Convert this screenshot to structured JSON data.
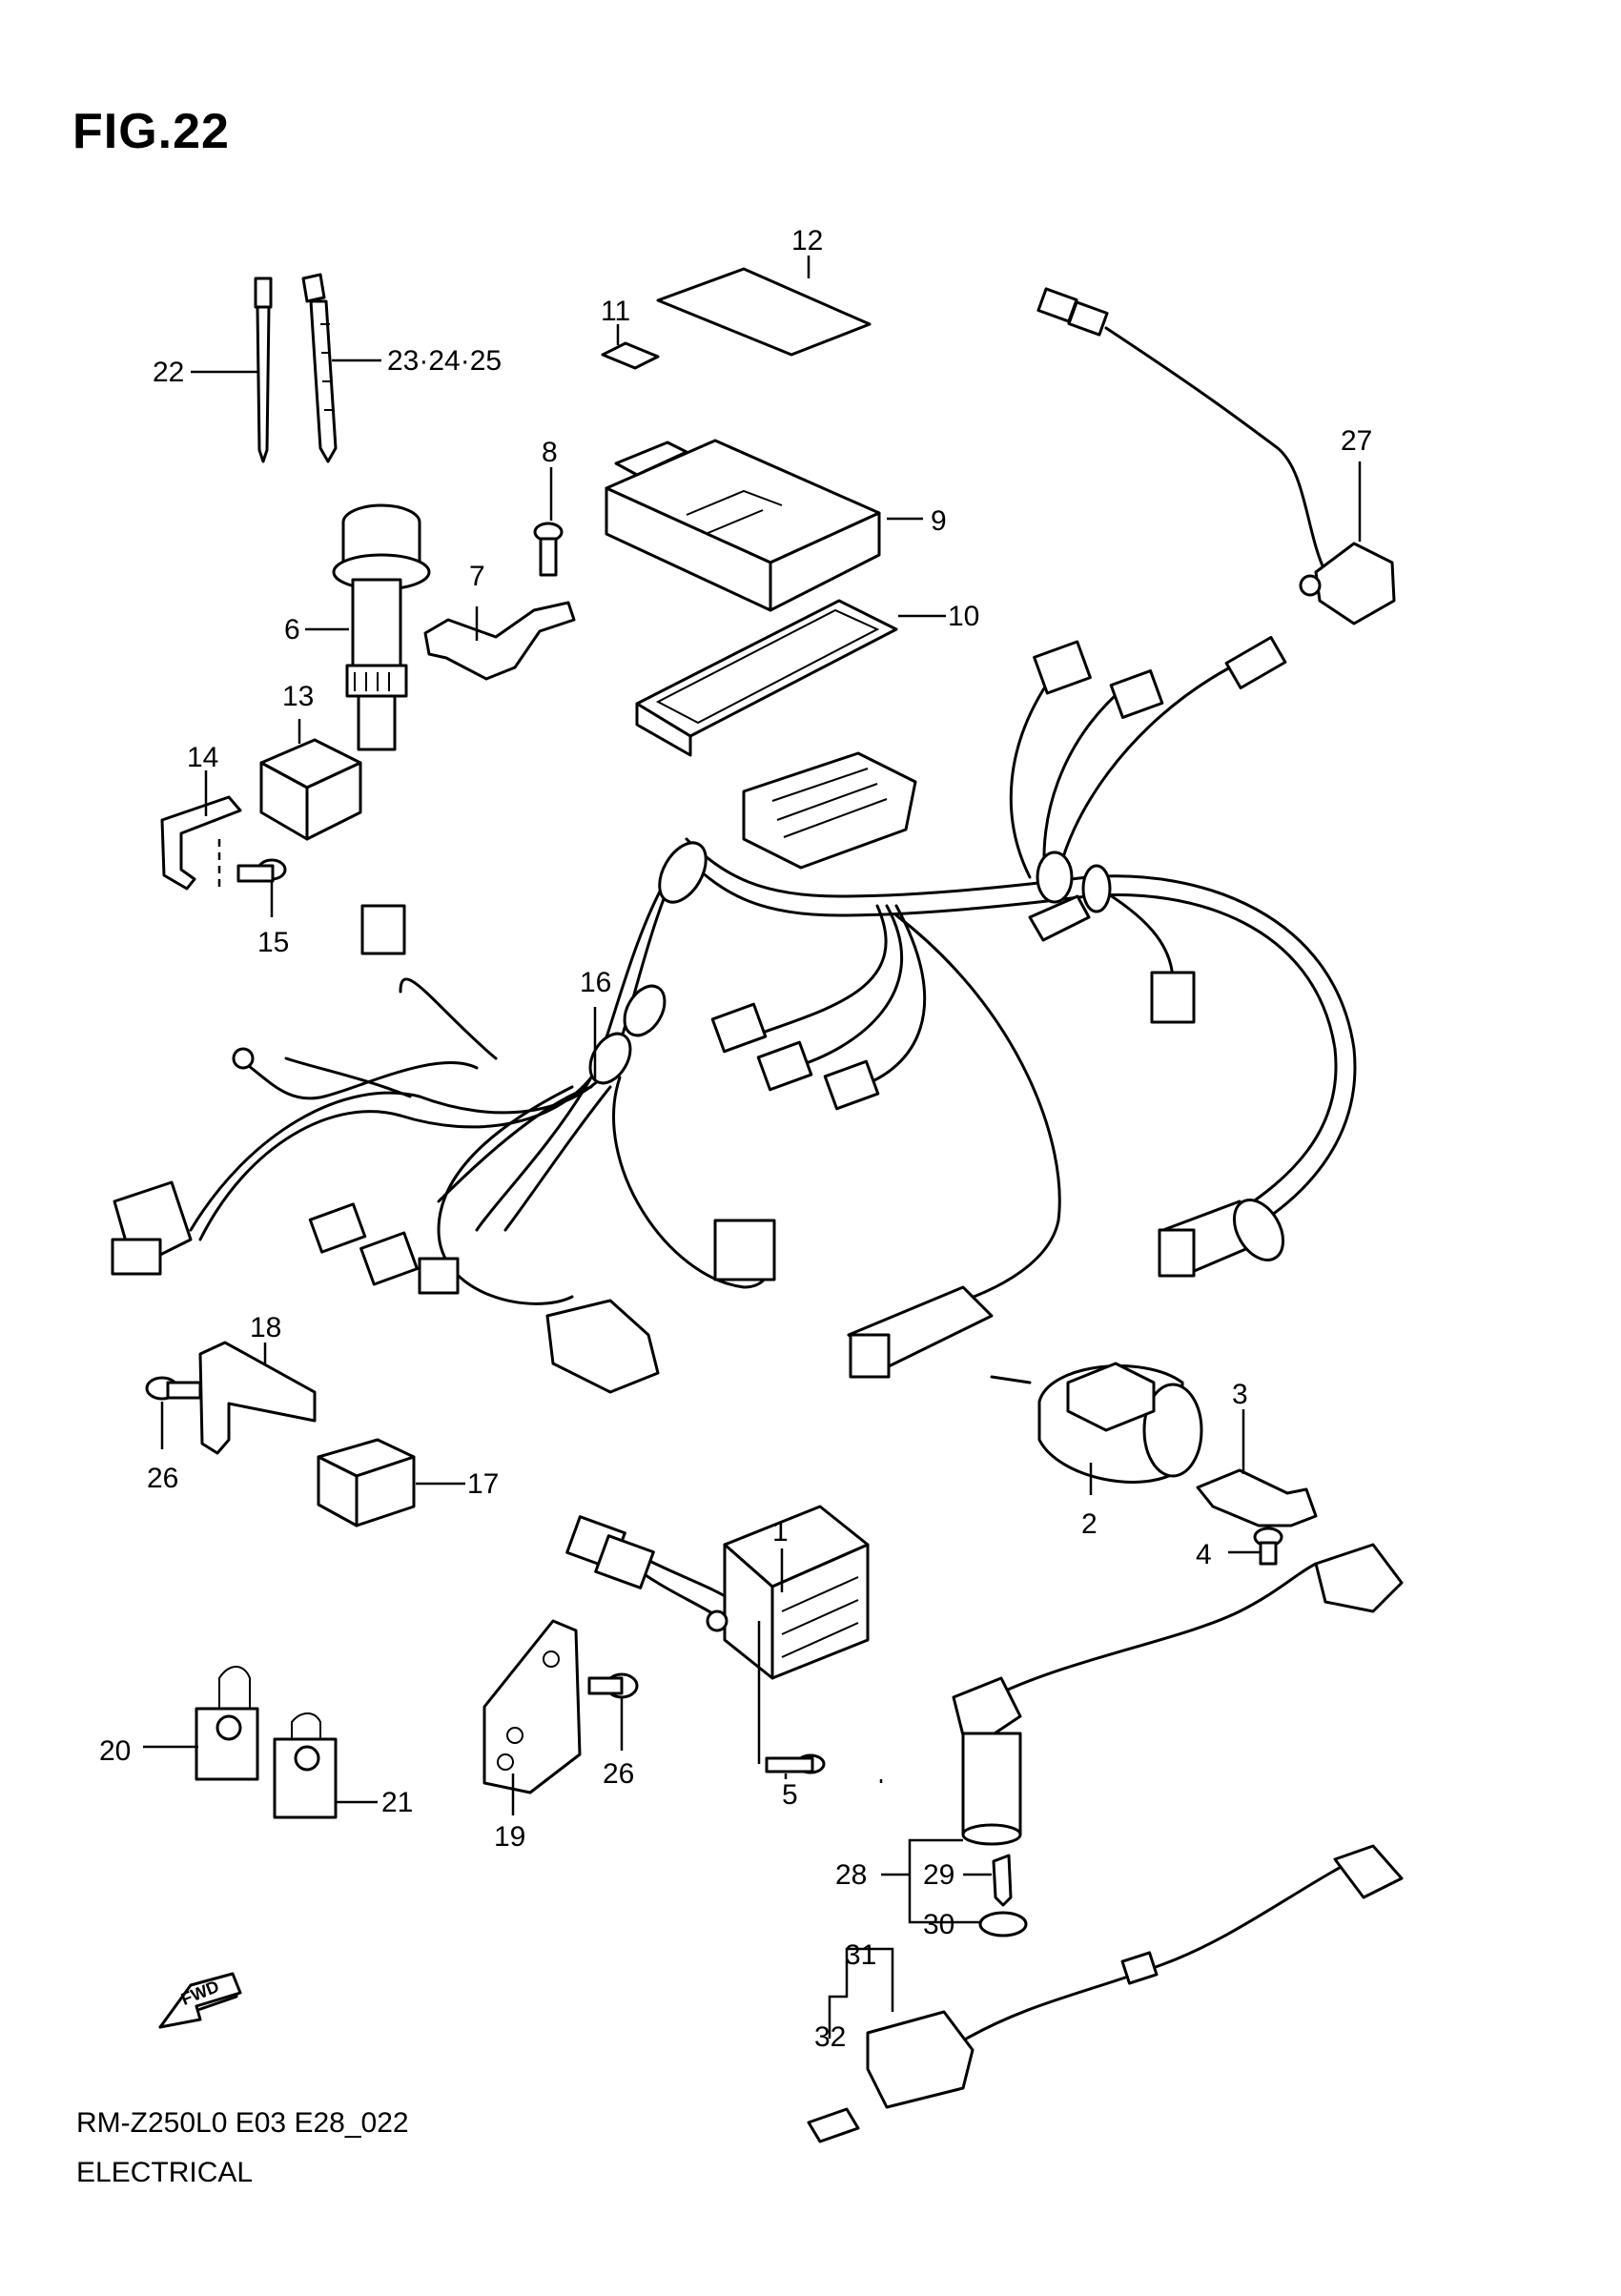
{
  "figure": {
    "title": "FIG.22"
  },
  "footer": {
    "code": "RM-Z250L0 E03 E28_022",
    "section": "ELECTRICAL"
  },
  "fwd_label": "FWD",
  "callouts": {
    "c1": "1",
    "c2": "2",
    "c3": "3",
    "c4": "4",
    "c5": "5",
    "c6": "6",
    "c7": "7",
    "c8": "8",
    "c9": "9",
    "c10": "10",
    "c11": "11",
    "c12": "12",
    "c13": "13",
    "c14": "14",
    "c15": "15",
    "c16": "16",
    "c17": "17",
    "c18": "18",
    "c19": "19",
    "c20": "20",
    "c21": "21",
    "c22": "22",
    "c23_24_25": "23·24·25",
    "c26a": "26",
    "c26b": "26",
    "c27": "27",
    "c28": "28",
    "c29": "29",
    "c30": "30",
    "c31": "31",
    "c32": "32"
  }
}
